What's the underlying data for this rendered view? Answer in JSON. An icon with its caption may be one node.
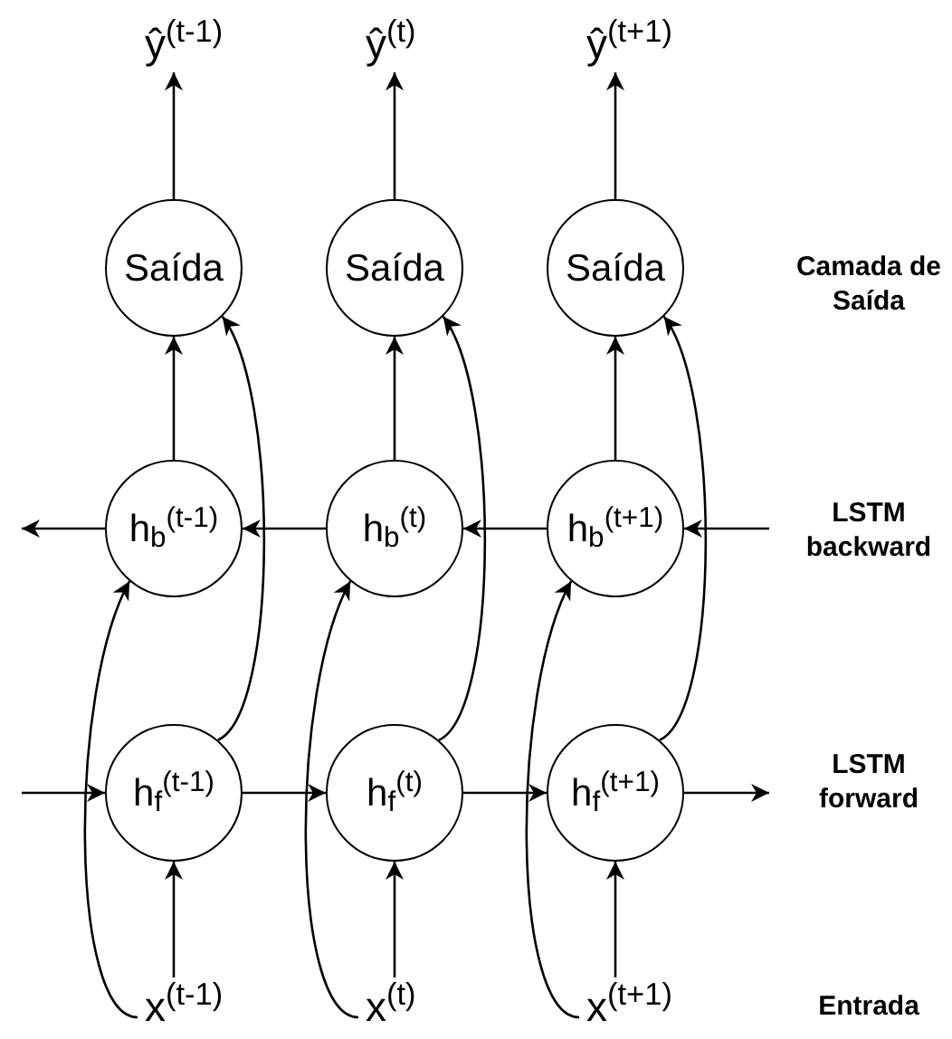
{
  "diagram": {
    "nodes": [
      {
        "text": [
          "ŷ$^{(t-1)}$"
        ]
      },
      {
        "text": [
          "ŷ$^{(t)}$"
        ]
      },
      {
        "text": [
          "ŷ$^{(t+1)}$"
        ]
      },
      {
        "text": [
          "Saída"
        ]
      },
      {
        "text": [
          "Saída"
        ]
      },
      {
        "text": [
          "Saída"
        ]
      },
      {
        "text": [
          "h$_{b}$$^{(t-1)}$"
        ]
      },
      {
        "text": [
          "h$_{b}$$^{(t)}$"
        ]
      },
      {
        "text": [
          "h$_{b}$$^{(t+1)}$"
        ]
      },
      {
        "text": [
          "h$_{f}$$^{(t-1)}$"
        ]
      },
      {
        "text": [
          "h$_{f}$$^{(t)}$"
        ]
      },
      {
        "text": [
          "h$_{f}$$^{(t+1)}$"
        ]
      },
      {
        "text": [
          "x$^{(t-1)}$"
        ]
      },
      {
        "text": [
          "x$^{(t)}$"
        ]
      },
      {
        "text": [
          "x$^{(t+1)}$"
        ]
      }
    ],
    "edges": [
      {
        "from": 3,
        "to": 0,
        "arrow": "to"
      },
      {
        "from": 4,
        "to": 1,
        "arrow": "to"
      },
      {
        "from": 5,
        "to": 2,
        "arrow": "to"
      },
      {
        "from": 6,
        "to": 3,
        "arrow": "to"
      },
      {
        "from": 7,
        "to": 4,
        "arrow": "to"
      },
      {
        "from": 8,
        "to": 5,
        "arrow": "to"
      },
      {
        "from": 9,
        "to": 3,
        "arrow": "to"
      },
      {
        "from": 10,
        "to": 4,
        "arrow": "to"
      },
      {
        "from": 11,
        "to": 5,
        "arrow": "to"
      },
      {
        "from": null,
        "to": 8,
        "arrow": "to"
      },
      {
        "from": 8,
        "to": 7,
        "arrow": "to"
      },
      {
        "from": 7,
        "to": 6,
        "arrow": "to"
      },
      {
        "from": 6,
        "to": null,
        "arrow": "to"
      },
      {
        "from": null,
        "to": 9,
        "arrow": "to"
      },
      {
        "from": 9,
        "to": 10,
        "arrow": "to"
      },
      {
        "from": 10,
        "to": 11,
        "arrow": "to"
      },
      {
        "from": 11,
        "to": null,
        "arrow": "to"
      },
      {
        "from": 12,
        "to": 9,
        "arrow": "to"
      },
      {
        "from": 13,
        "to": 10,
        "arrow": "to"
      },
      {
        "from": 14,
        "to": 11,
        "arrow": "to"
      },
      {
        "from": 12,
        "to": 6,
        "arrow": "to"
      },
      {
        "from": 13,
        "to": 7,
        "arrow": "to"
      },
      {
        "from": 14,
        "to": 8,
        "arrow": "to"
      }
    ],
    "labels": [
      "Camada de Saída",
      "LSTM backward",
      "LSTM forward",
      "Entrada"
    ]
  }
}
